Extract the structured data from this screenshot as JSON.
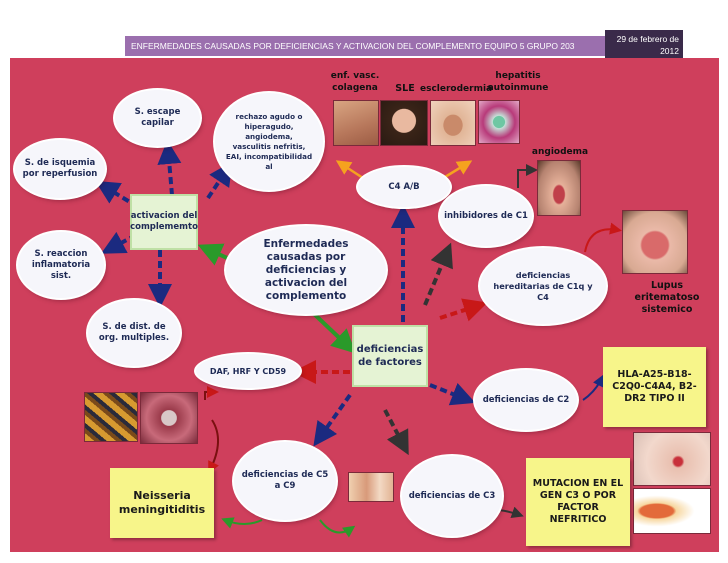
{
  "header": {
    "title": "ENFERMEDADES CAUSADAS POR DEFICIENCIAS Y ACTIVACION DEL COMPLEMENTO   EQUIPO 5   GRUPO 203",
    "date": "29 de febrero de 2012"
  },
  "central": {
    "title": "Enfermedades causadas por deficiencias y activacion del complemento"
  },
  "activacion": {
    "label": "activacion del complememto",
    "clouds": {
      "escape": "S. escape capilar",
      "rechazo": "rechazo agudo o hiperagudo, angiodema, vasculitis nefritis, EAI, incompatibilidad al",
      "isquemia": "S. de isquemia por reperfusion",
      "reaccion": "S. reaccion inflamatoria sist.",
      "dist": "S. de dist. de org. multiples."
    }
  },
  "deficiencias": {
    "label": "deficiencias de factores",
    "clouds": {
      "c4ab": "C4 A/B",
      "inhibidores": "inhibidores de C1",
      "hereditarias": "deficiencias hereditarias de C1q y C4",
      "c2": "deficiencias de C2",
      "c3": "deficiencias de C3",
      "c5c9": "deficiencias de C5 a C9",
      "daf": "DAF, HRF Y CD59"
    }
  },
  "labels": {
    "enf_vasc": "enf. vasc. colagena",
    "sle": "SLE",
    "esclerodermia": "esclerodermia",
    "hepatitis": "hepatitis autoinmune",
    "angiodema": "angiodema",
    "lupus": "Lupus eritematoso sistemico"
  },
  "notes": {
    "hla": "HLA-A25-B18-C2Q0-C4A4, B2-DR2 TIPO II",
    "mutacion": "MUTACION EN EL GEN C3 O POR FACTOR NEFRITICO",
    "neisseria": "Neisseria meningitiditis"
  },
  "colors": {
    "background_panel": "#cf3f5c",
    "header_bar": "#9b6fae",
    "arrow_blue": "#1b2a80",
    "arrow_green": "#2a9a2a",
    "arrow_red": "#c81818",
    "arrow_orange": "#f5a21f",
    "arrow_dark": "#333333"
  }
}
